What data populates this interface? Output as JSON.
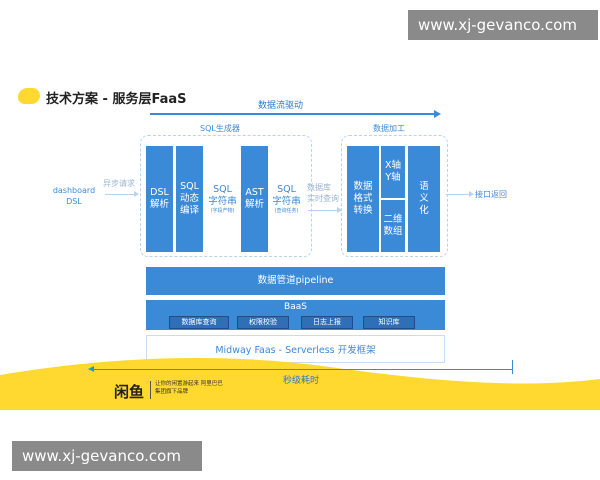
{
  "watermark_top": "www.xj-gevanco.com",
  "watermark_bottom": "www.xj-gevanco.com",
  "slide_title": "技术方案 - 服务层FaaS",
  "data_flow_label": "数据流驱动",
  "sql_generator_label": "SQL生成器",
  "data_process_label": "数据加工",
  "input_label": "dashboard DSL",
  "async_request_label": "异步请求",
  "db_realtime_label": "数据库 实时查询",
  "return_label": "接口返回",
  "sql_blocks": [
    {
      "text": "DSL 解析",
      "sub": ""
    },
    {
      "text": "SQL 动态 编译",
      "sub": ""
    },
    {
      "text": "SQL 字符串",
      "sub": "(字段产物)"
    },
    {
      "text": "AST 解析",
      "sub": ""
    },
    {
      "text": "SQL 字符串",
      "sub": "(查询任务)"
    }
  ],
  "process_blocks": {
    "format": "数据 格式 转换",
    "xy_axis": "X轴 Y轴",
    "grouping": "二维 数组",
    "semantic": "语 义 化"
  },
  "pipeline_label": "数据管道pipeline",
  "baas_label": "BaaS",
  "baas_items": [
    "数据库查询",
    "权限校验",
    "日志上报",
    "知识库"
  ],
  "midway_label": "Midway Faas - Serverless 开发框架",
  "timing_label": "秒级耗时",
  "brand_logo": "闲鱼",
  "brand_slogan": "让你的闲置游起来 阿里巴巴集团旗下品牌",
  "colors": {
    "accent_blue": "#3b8ad8",
    "yellow": "#ffd92f",
    "dark_blue": "#2f6fb8"
  }
}
